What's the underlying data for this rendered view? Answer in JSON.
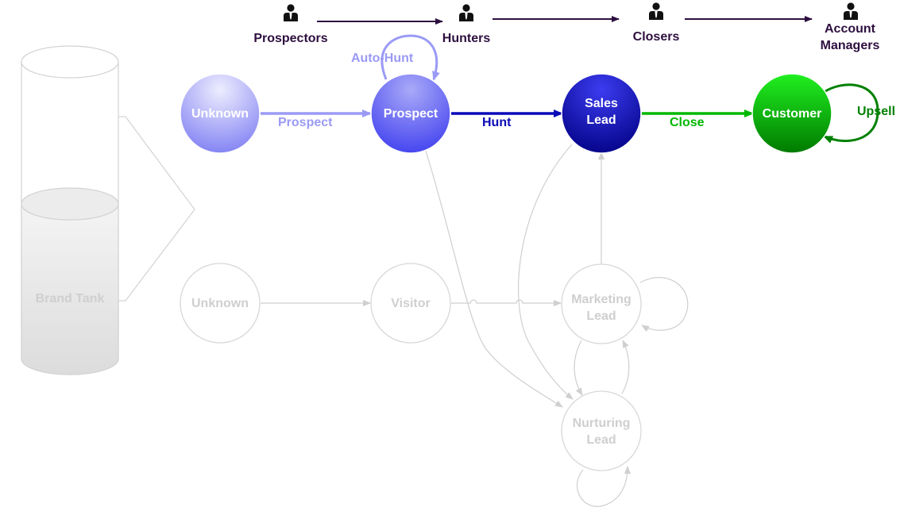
{
  "roles": [
    {
      "label": "Prospectors"
    },
    {
      "label": "Hunters"
    },
    {
      "label": "Closers"
    },
    {
      "label": "Account\nManagers"
    }
  ],
  "tank": {
    "label": "Brand Tank"
  },
  "active_nodes": [
    {
      "label": "Unknown"
    },
    {
      "label": "Prospect"
    },
    {
      "label": "Sales\nLead"
    },
    {
      "label": "Customer"
    }
  ],
  "faded_nodes": [
    {
      "label": "Unknown"
    },
    {
      "label": "Visitor"
    },
    {
      "label": "Marketing\nLead"
    },
    {
      "label": "Nurturing\nLead"
    }
  ],
  "edges": {
    "auto_hunt": "Auto-Hunt",
    "prospect": "Prospect",
    "hunt": "Hunt",
    "close": "Close",
    "upsell": "Upsell"
  },
  "colors": {
    "role_arrow": "#2e0f3f",
    "light_blue": "#9a9af6",
    "prospect_blue": "#5a5af2",
    "dark_blue": "#0a0ab8",
    "green": "#00b800",
    "dark_green": "#008000",
    "faded_gray": "#cfcfcf"
  },
  "icons": [
    "person-icon"
  ]
}
